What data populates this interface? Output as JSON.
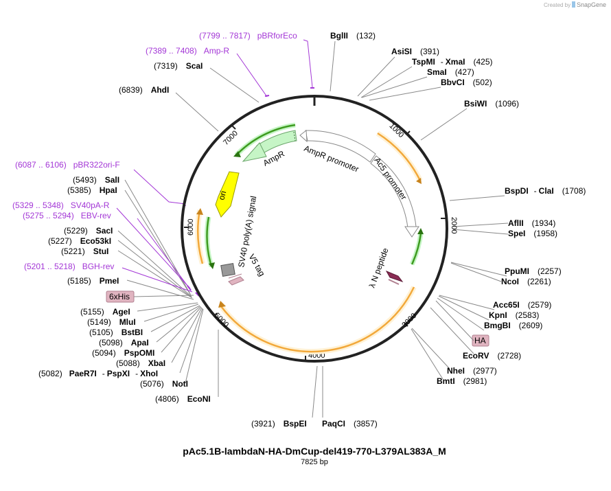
{
  "header": {
    "created_by": "Created by",
    "brand": "SnapGene"
  },
  "plasmid": {
    "name": "pAc5.1B-lambdaN-HA-DmCup-del419-770-L379AL383A_M",
    "length_label": "7825 bp"
  },
  "ticks": [
    "1000",
    "2000",
    "3000",
    "4000",
    "5000",
    "6000",
    "7000"
  ],
  "sites": [
    {
      "name": "BglII",
      "pos": "(132)"
    },
    {
      "name": "AsiSI",
      "pos": "(391)"
    },
    {
      "name": "TspMI",
      "dash": "-",
      "name2": "XmaI",
      "pos": "(425)"
    },
    {
      "name": "SmaI",
      "pos": "(427)"
    },
    {
      "name": "BbvCI",
      "pos": "(502)"
    },
    {
      "name": "BsiWI",
      "pos": "(1096)"
    },
    {
      "name": "BspDI",
      "dash": "-",
      "name2": "ClaI",
      "pos": "(1708)"
    },
    {
      "name": "AflII",
      "pos": "(1934)"
    },
    {
      "name": "SpeI",
      "pos": "(1958)"
    },
    {
      "name": "PpuMI",
      "pos": "(2257)"
    },
    {
      "name": "NcoI",
      "pos": "(2261)"
    },
    {
      "name": "Acc65I",
      "pos": "(2579)"
    },
    {
      "name": "KpnI",
      "pos": "(2583)"
    },
    {
      "name": "BmgBI",
      "pos": "(2609)"
    },
    {
      "name": "EcoRV",
      "pos": "(2728)"
    },
    {
      "name": "NheI",
      "pos": "(2977)"
    },
    {
      "name": "BmtI",
      "pos": "(2981)"
    },
    {
      "name": "PaqCI",
      "pos": "(3857)"
    },
    {
      "name": "BspEI",
      "pos": "(3921)"
    },
    {
      "name": "EcoNI",
      "pos": "(4806)"
    },
    {
      "name": "NotI",
      "pos": "(5076)"
    },
    {
      "name": "PaeR7I",
      "dash": "-",
      "name2": "PspXI",
      "dash2": "-",
      "name3": "XhoI",
      "pos": "(5082)"
    },
    {
      "name": "XbaI",
      "pos": "(5088)"
    },
    {
      "name": "PspOMI",
      "pos": "(5094)"
    },
    {
      "name": "ApaI",
      "pos": "(5098)"
    },
    {
      "name": "BstBI",
      "pos": "(5105)"
    },
    {
      "name": "MluI",
      "pos": "(5149)"
    },
    {
      "name": "AgeI",
      "pos": "(5155)"
    },
    {
      "name": "PmeI",
      "pos": "(5185)"
    },
    {
      "name": "StuI",
      "pos": "(5221)"
    },
    {
      "name": "Eco53kI",
      "pos": "(5227)"
    },
    {
      "name": "SacI",
      "pos": "(5229)"
    },
    {
      "name": "HpaI",
      "pos": "(5385)"
    },
    {
      "name": "SalI",
      "pos": "(5493)"
    },
    {
      "name": "AhdI",
      "pos": "(6839)"
    },
    {
      "name": "ScaI",
      "pos": "(7319)"
    }
  ],
  "primers": [
    {
      "range": "(7799 .. 7817)",
      "name": "pBRforEco"
    },
    {
      "range": "(7389 .. 7408)",
      "name": "Amp-R"
    },
    {
      "range": "(6087 .. 6106)",
      "name": "pBR322ori-F"
    },
    {
      "range": "(5329 .. 5348)",
      "name": "SV40pA-R"
    },
    {
      "range": "(5275 .. 5294)",
      "name": "EBV-rev"
    },
    {
      "range": "(5201 .. 5218)",
      "name": "BGH-rev"
    }
  ],
  "features": {
    "ampr_promoter": "AmpR promoter",
    "ampr": "AmpR",
    "ac5_promoter": "Ac5 promoter",
    "ori": "ori",
    "sv40": "SV40 poly(A) signal",
    "v5": "V5 tag",
    "lambda_n": "λ N peptide",
    "his": "6xHis",
    "ha": "HA"
  },
  "colors": {
    "backbone": "#222222",
    "orf": "#f2a83a",
    "orf_fill": "#fff2d6",
    "green": "#3e9b1f",
    "ampr_fill": "#c6f5c6",
    "ori_fill": "#ffff00",
    "primer": "#a336d6",
    "tag_fill": "#e0b4c0",
    "tag_stroke": "#b08090"
  }
}
